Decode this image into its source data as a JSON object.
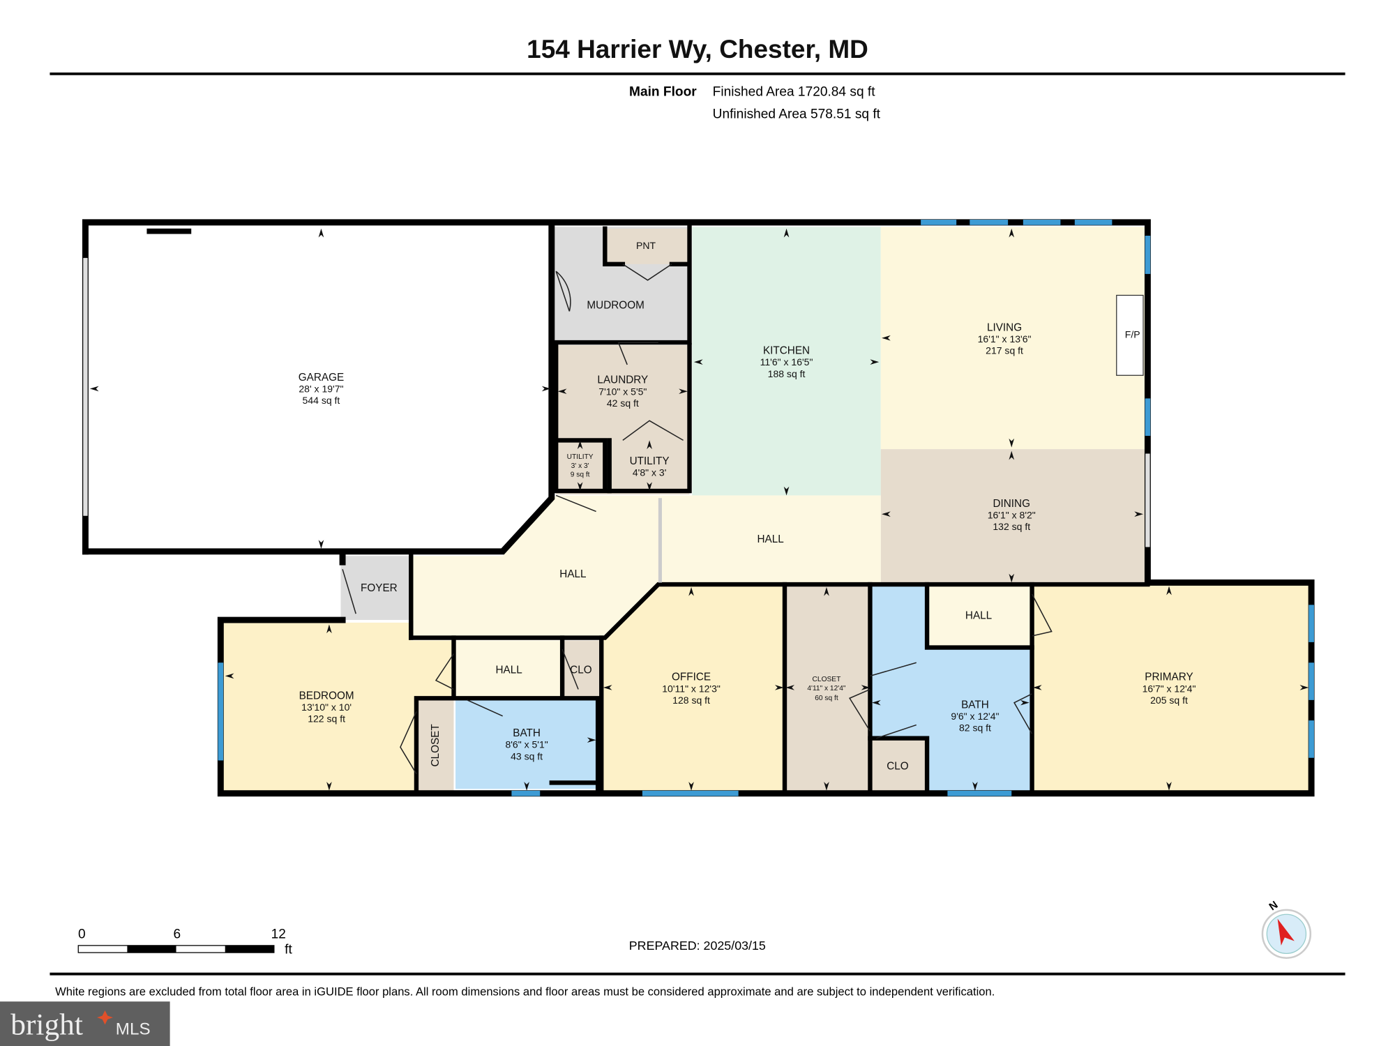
{
  "header": {
    "title": "154 Harrier Wy, Chester, MD",
    "floor_label": "Main Floor",
    "finished_area": "Finished Area 1720.84 sq ft",
    "unfinished_area": "Unfinished Area 578.51 sq ft"
  },
  "rooms": {
    "garage": {
      "name": "GARAGE",
      "dims": "28' x 19'7\"",
      "area": "544 sq ft"
    },
    "pantry": {
      "name": "PNT"
    },
    "mudroom": {
      "name": "MUDROOM"
    },
    "kitchen": {
      "name": "KITCHEN",
      "dims": "11'6\" x 16'5\"",
      "area": "188 sq ft"
    },
    "living": {
      "name": "LIVING",
      "dims": "16'1\" x 13'6\"",
      "area": "217 sq ft"
    },
    "fireplace": {
      "name": "F/P"
    },
    "laundry": {
      "name": "LAUNDRY",
      "dims": "7'10\" x 5'5\"",
      "area": "42 sq ft"
    },
    "utility_small": {
      "name": "UTILITY",
      "dims": "3' x 3'",
      "area": "9 sq ft"
    },
    "utility": {
      "name": "UTILITY",
      "dims": "4'8\" x 3'"
    },
    "dining": {
      "name": "DINING",
      "dims": "16'1\" x 8'2\"",
      "area": "132 sq ft"
    },
    "hall_upper": {
      "name": "HALL"
    },
    "hall_main": {
      "name": "HALL"
    },
    "foyer": {
      "name": "FOYER"
    },
    "bedroom": {
      "name": "BEDROOM",
      "dims": "13'10\" x 10'",
      "area": "122 sq ft"
    },
    "hall_bed": {
      "name": "HALL"
    },
    "clo_bed": {
      "name": "CLO"
    },
    "closet_bed": {
      "name": "CLOSET"
    },
    "bath1": {
      "name": "BATH",
      "dims": "8'6\" x 5'1\"",
      "area": "43 sq ft"
    },
    "office": {
      "name": "OFFICE",
      "dims": "10'11\" x 12'3\"",
      "area": "128 sq ft"
    },
    "closet_walk": {
      "name": "CLOSET",
      "dims": "4'11\" x 12'4\"",
      "area": "60 sq ft"
    },
    "bath2": {
      "name": "BATH",
      "dims": "9'6\" x 12'4\"",
      "area": "82 sq ft"
    },
    "clo_bath": {
      "name": "CLO"
    },
    "hall_primary": {
      "name": "HALL"
    },
    "primary": {
      "name": "PRIMARY",
      "dims": "16'7\" x 12'4\"",
      "area": "205 sq ft"
    }
  },
  "scale_bar": {
    "labels": [
      "0",
      "6",
      "12"
    ],
    "unit": "ft"
  },
  "compass": {
    "label": "N"
  },
  "prepared": "PREPARED: 2025/03/15",
  "disclaimer": "White regions are excluded from total floor area in iGUIDE floor plans. All room dimensions and floor areas must be considered approximate and are subject to independent verification.",
  "logo": {
    "text": "bright",
    "suffix": "MLS"
  },
  "colors": {
    "wall": "#000000",
    "window": "#3d9bd4",
    "kitchen": "#dff2e6",
    "living": "#fdf7dc",
    "bedroom": "#fdf1c8",
    "utility": "#e6dccd",
    "bath": "#bde0f7",
    "unfinished": "#dedede"
  }
}
